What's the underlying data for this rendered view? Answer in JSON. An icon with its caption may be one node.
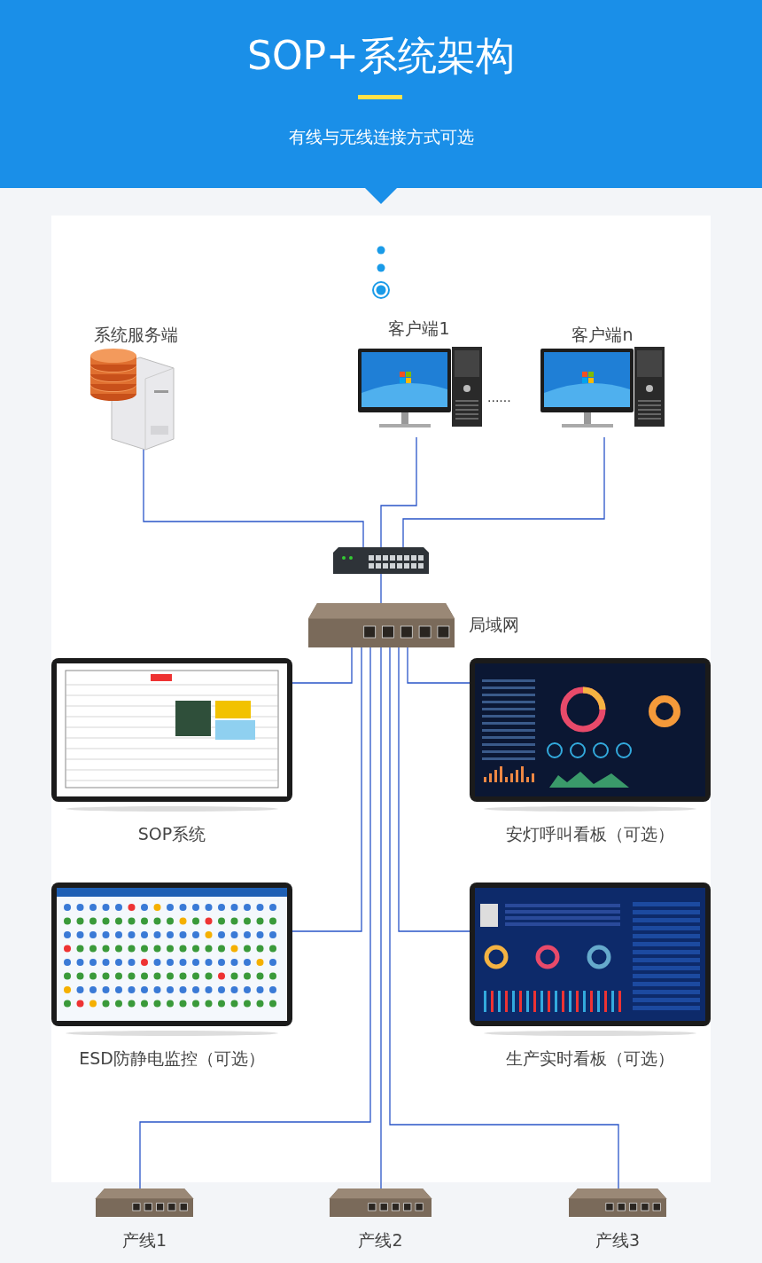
{
  "diagram": {
    "title": "SOP+系统架构",
    "nodes": [
      {
        "text": [
          "系统服务端"
        ]
      },
      {
        "text": [
          "客户端1"
        ]
      },
      {
        "text": [
          "客户端n"
        ]
      },
      {
        "text": [],
        "shape": "picture"
      },
      {
        "text": [],
        "shape": "picture",
        "beside": [
          "局域网"
        ]
      },
      {
        "text": [
          "SOP系统"
        ]
      },
      {
        "text": [
          "安灯呼叫看板（可选）"
        ]
      },
      {
        "text": [
          "ESD防静电监控（可选）"
        ]
      },
      {
        "text": [
          "生产实时看板（可选）"
        ]
      },
      {
        "text": [
          "产线1"
        ]
      },
      {
        "text": [
          "产线2"
        ]
      },
      {
        "text": [
          "产线3"
        ]
      }
    ],
    "edges": [
      {
        "from": 0,
        "to": 3,
        "arrow": "none"
      },
      {
        "from": 1,
        "to": 3,
        "arrow": "none"
      },
      {
        "from": 2,
        "to": 3,
        "arrow": "none"
      },
      {
        "from": 3,
        "to": 4,
        "arrow": "none"
      },
      {
        "from": 4,
        "to": 5,
        "arrow": "none"
      },
      {
        "from": 4,
        "to": 6,
        "arrow": "none"
      },
      {
        "from": 4,
        "to": 7,
        "arrow": "none"
      },
      {
        "from": 4,
        "to": 8,
        "arrow": "none"
      },
      {
        "from": 4,
        "to": 9,
        "arrow": "none"
      },
      {
        "from": 4,
        "to": 10,
        "arrow": "none"
      },
      {
        "from": 4,
        "to": 11,
        "arrow": "none"
      }
    ],
    "labels": [
      "有线与无线连接方式可选",
      "......"
    ]
  }
}
